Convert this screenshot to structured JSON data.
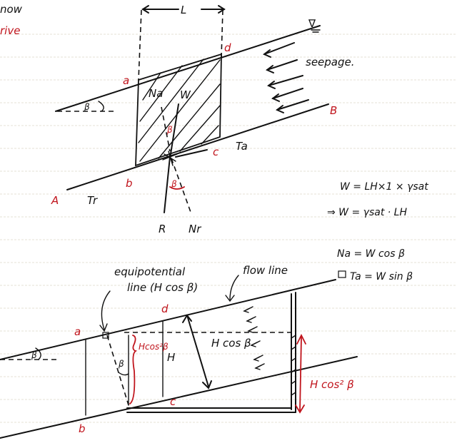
{
  "margin_notes": {
    "line1": "now",
    "line2": "rive"
  },
  "top_diagram": {
    "dimension_label": "L",
    "water_table_symbol": "∇",
    "points": {
      "a": "a",
      "b": "b",
      "c": "c",
      "d": "d",
      "A": "A",
      "B": "B"
    },
    "angle_label": "β",
    "force_labels": {
      "Na": "Na",
      "W": "W",
      "Ta": "Ta",
      "Tr": "Tr",
      "R": "R",
      "Nr": "Nr"
    },
    "seepage_label": "seepage."
  },
  "equations": {
    "eq1": "W = LH×1 × γsat",
    "eq2": "⇒ W = γsat · LH",
    "eq3": "Na = W cos β",
    "eq4": "Ta = W sin β"
  },
  "bottom_diagram": {
    "equipotential_label_1": "equipotential",
    "equipotential_label_2": "line (H cos β)",
    "flow_line_label": "flow line",
    "points": {
      "a": "a",
      "b": "b",
      "c": "c",
      "d": "d"
    },
    "angle_label": "β",
    "H_label": "H",
    "H_cos_beta_label": "H cos β",
    "H_cos2_beta_small": "Hcos²β",
    "H_cos2_beta_label": "H cos² β"
  },
  "colors": {
    "ink": "#111111",
    "red_ink": "#c0141c",
    "paper": "#ffffff"
  }
}
